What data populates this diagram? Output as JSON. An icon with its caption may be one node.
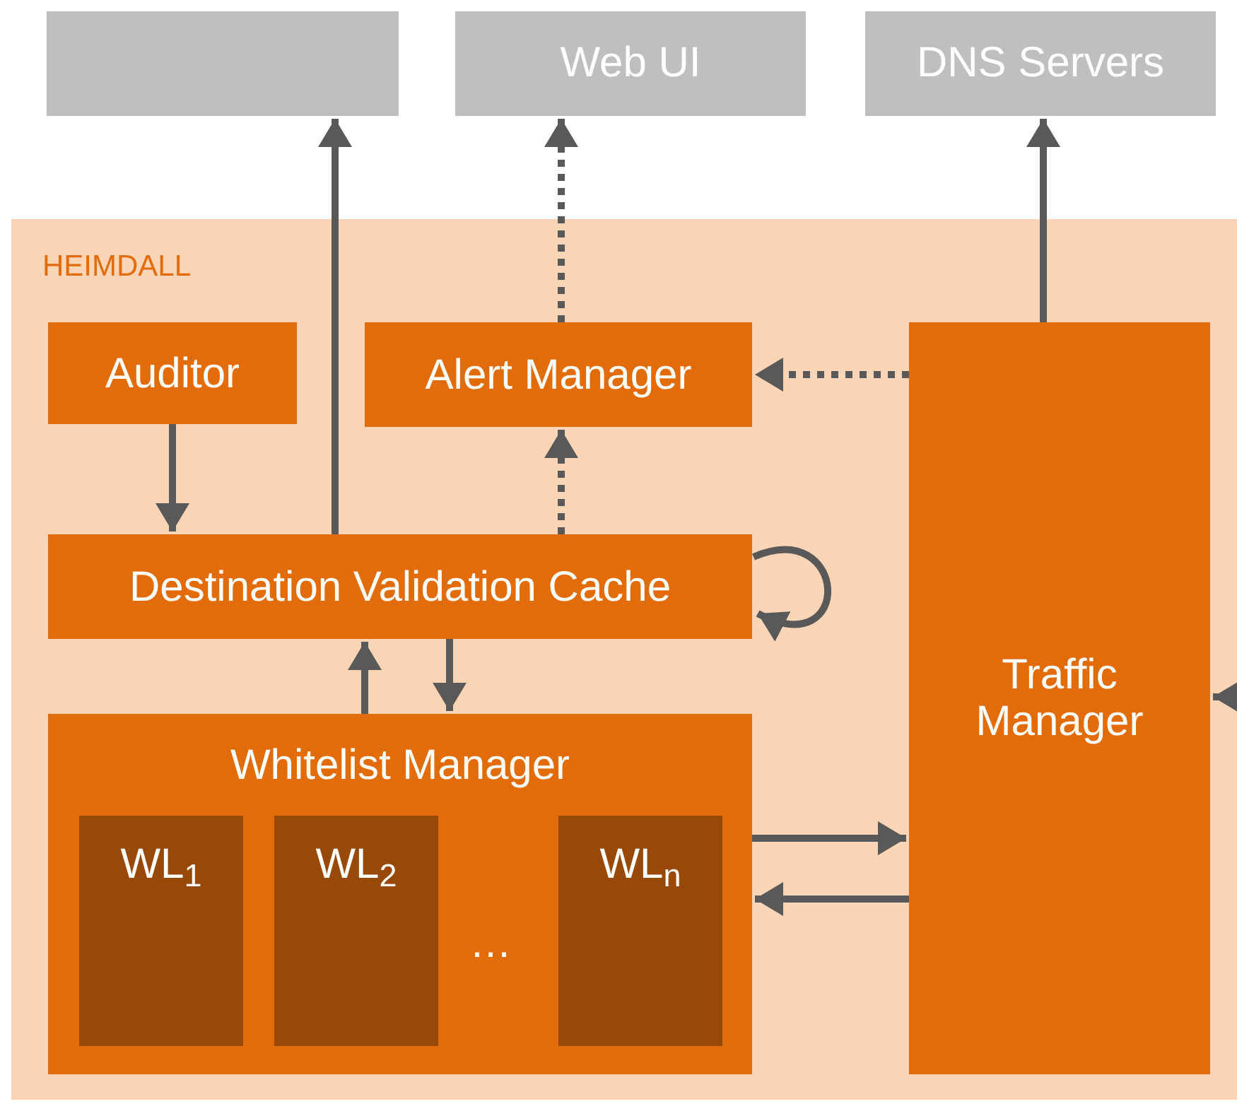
{
  "diagram": {
    "nodes": [
      {
        "text": [],
        "shape": "box"
      },
      {
        "text": [
          "Web UI"
        ]
      },
      {
        "text": [
          "DNS Servers"
        ]
      },
      {
        "text": [
          "HEIMDALL"
        ]
      },
      {
        "text": [
          "Auditor"
        ],
        "in": 3
      },
      {
        "text": [
          "Alert Manager"
        ],
        "in": 3
      },
      {
        "text": [
          "Destination Validation Cache"
        ],
        "in": 3
      },
      {
        "text": [
          "Whitelist Manager"
        ],
        "in": 3
      },
      {
        "text": [
          "WL$_{1}$"
        ],
        "in": 7
      },
      {
        "text": [
          "WL$_{2}$"
        ],
        "in": 7
      },
      {
        "text": [
          "WL$_{n}$"
        ],
        "in": 7
      },
      {
        "text": [
          "Traffic Manager"
        ],
        "in": 3
      }
    ],
    "edges": [
      {
        "from": 6,
        "to": 0,
        "arrow": "to"
      },
      {
        "from": 5,
        "to": 1,
        "arrow": "to",
        "style": "dashed"
      },
      {
        "from": 11,
        "to": 2,
        "arrow": "to"
      },
      {
        "from": 11,
        "to": 5,
        "arrow": "to",
        "style": "dashed"
      },
      {
        "from": 4,
        "to": 6,
        "arrow": "to"
      },
      {
        "from": 6,
        "to": 5,
        "arrow": "to",
        "style": "dashed"
      },
      {
        "from": 6,
        "to": 6,
        "arrow": "to"
      },
      {
        "from": 6,
        "to": 7,
        "arrow": "to"
      },
      {
        "from": 7,
        "to": 6,
        "arrow": "to"
      },
      {
        "from": 7,
        "to": 11,
        "arrow": "to"
      },
      {
        "from": 11,
        "to": 7,
        "arrow": "to"
      },
      {
        "from": null,
        "to": 11,
        "arrow": "to"
      }
    ],
    "labels": [
      "…"
    ]
  }
}
